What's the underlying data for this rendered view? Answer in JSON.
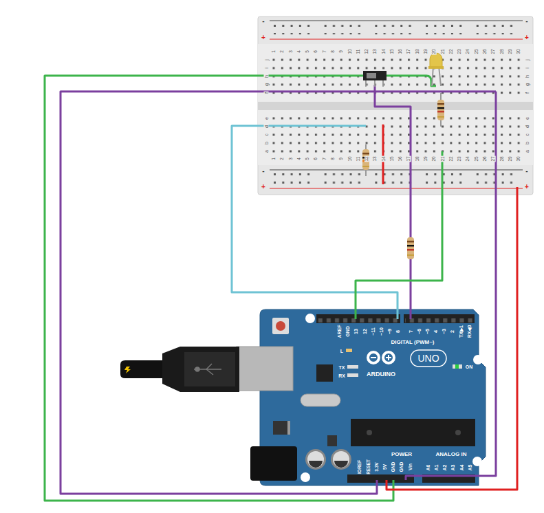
{
  "diagram": {
    "labels": [
      "-",
      "-",
      "+",
      "+",
      "1",
      "2",
      "3",
      "4",
      "5",
      "6",
      "7",
      "8",
      "9",
      "10",
      "11",
      "12",
      "13",
      "14",
      "15",
      "16",
      "17",
      "18",
      "19",
      "20",
      "21",
      "22",
      "23",
      "24",
      "25",
      "26",
      "27",
      "28",
      "29",
      "30",
      "j",
      "i",
      "h",
      "g",
      "f",
      "j",
      "i",
      "h",
      "g",
      "f",
      "e",
      "d",
      "c",
      "b",
      "a",
      "e",
      "d",
      "c",
      "b",
      "a",
      "1",
      "2",
      "3",
      "4",
      "5",
      "6",
      "7",
      "8",
      "9",
      "10",
      "11",
      "12",
      "13",
      "14",
      "15",
      "16",
      "17",
      "18",
      "19",
      "20",
      "21",
      "22",
      "23",
      "24",
      "25",
      "26",
      "27",
      "28",
      "29",
      "30",
      "-",
      "-",
      "+",
      "+",
      "AREF",
      "GND",
      "13",
      "12",
      "~11",
      "~10",
      "~9",
      "8",
      "7",
      "~6",
      "~5",
      "4",
      "~3",
      "2",
      "TX▶1",
      "RX◀0",
      "DIGITAL (PWM~)",
      "L",
      "TX",
      "RX",
      "ARDUINO",
      "UNO",
      "ON",
      "IOREF",
      "RESET",
      "3.3V",
      "5V",
      "GND",
      "GND",
      "Vin",
      "POWER",
      "ANALOG IN",
      "A0",
      "A1",
      "A2",
      "A3",
      "A4",
      "A5"
    ]
  }
}
